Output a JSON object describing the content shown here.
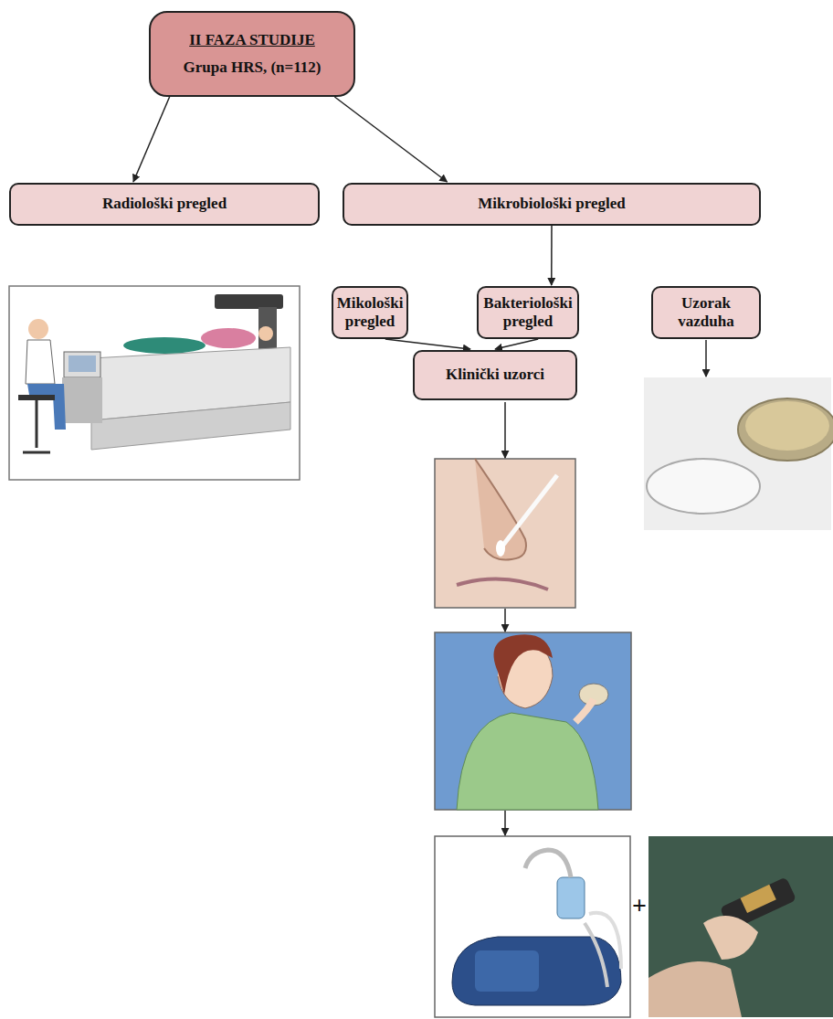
{
  "diagram": {
    "nodes": [
      {
        "text": [
          "II FAZA STUDIJE",
          "Grupa HRS, (n=112)"
        ]
      },
      {
        "text": [
          "Radiološki pregled"
        ]
      },
      {
        "text": [
          "Mikrobiološki pregled"
        ]
      },
      {
        "text": [
          "Mikološki pregled"
        ]
      },
      {
        "text": [
          "Bakteriološki pregled"
        ]
      },
      {
        "text": [
          "Uzorak vazduha"
        ]
      },
      {
        "text": [
          "Klinički uzorci"
        ]
      }
    ],
    "edges": [
      {
        "from": 0,
        "to": 1,
        "arrow": "to"
      },
      {
        "from": 0,
        "to": 2,
        "arrow": "to"
      },
      {
        "from": 2,
        "to": 4,
        "arrow": "to"
      },
      {
        "from": 3,
        "to": 6,
        "arrow": "to"
      },
      {
        "from": 4,
        "to": 6,
        "arrow": "to"
      }
    ],
    "labels": [
      "+"
    ]
  }
}
